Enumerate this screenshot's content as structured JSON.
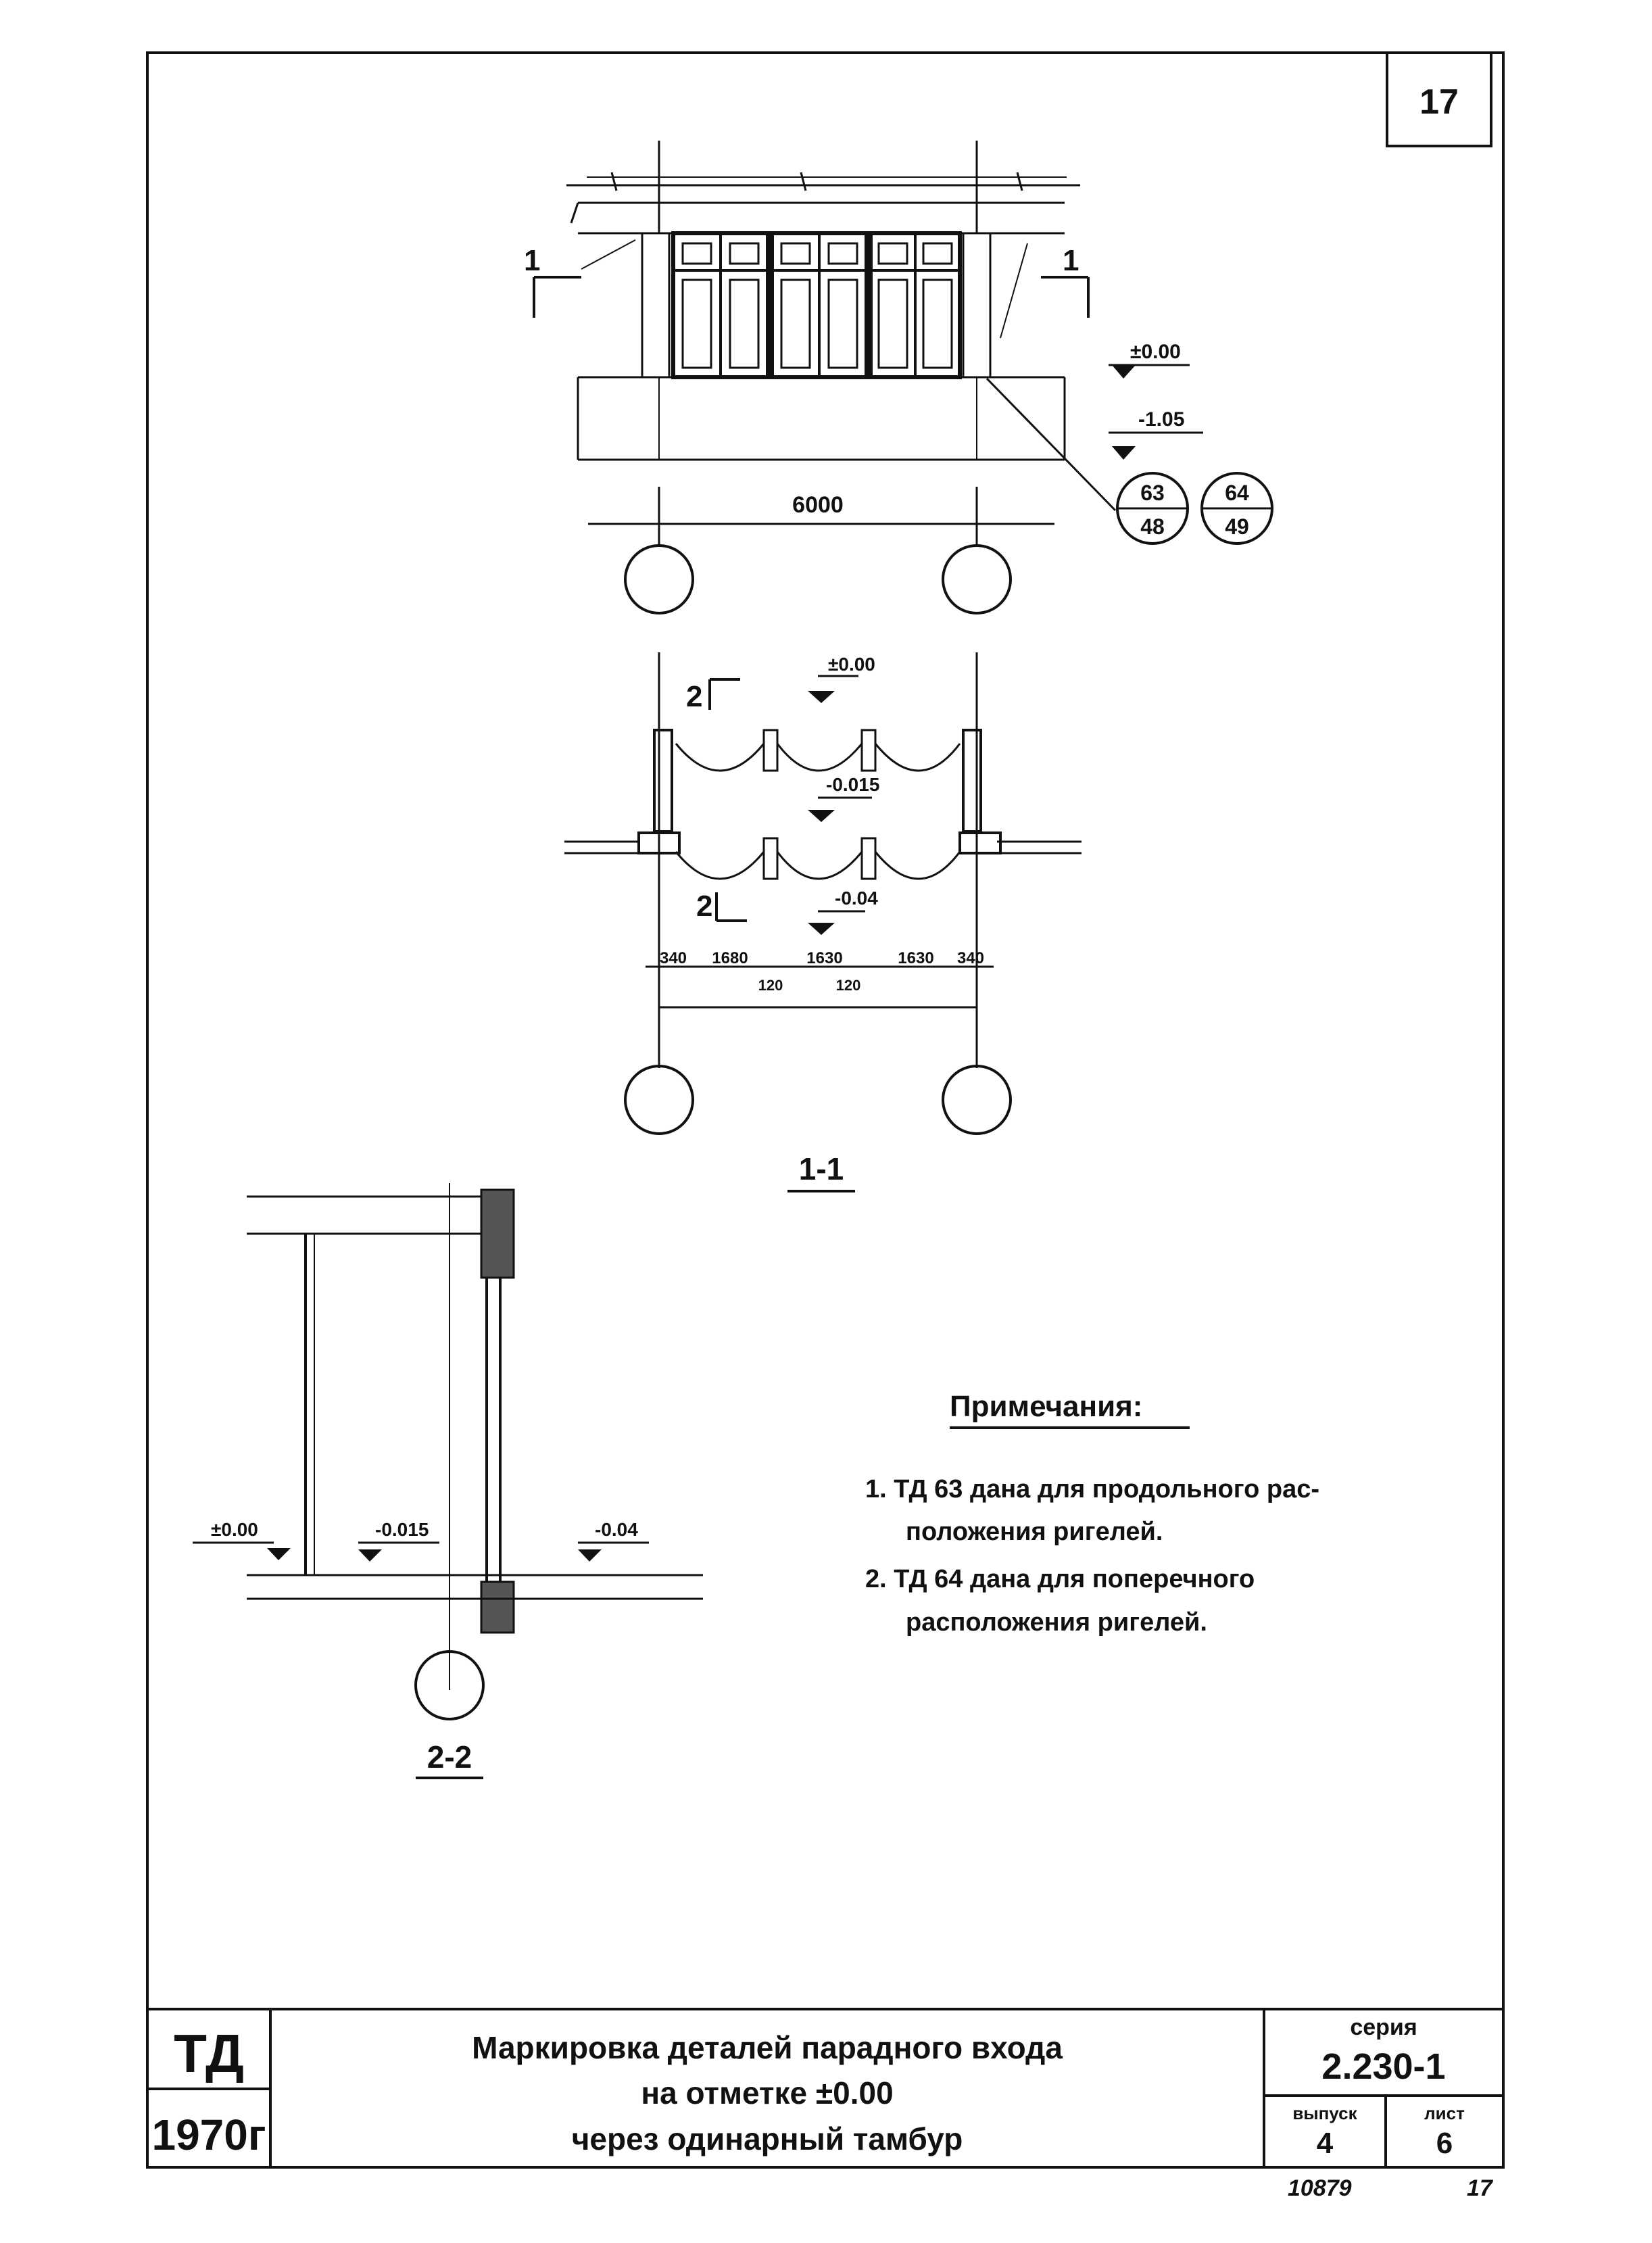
{
  "sheet_number": "17",
  "elevation": {
    "dim_overall": "6000",
    "level_zero": "±0.00",
    "level_minus": "-1.05",
    "section_mark_left": "1",
    "section_mark_right": "1",
    "ref_circles": [
      {
        "top": "63",
        "bottom": "48"
      },
      {
        "top": "64",
        "bottom": "49"
      }
    ]
  },
  "plan": {
    "level_top": "±0.00",
    "level_mid": "-0.015",
    "level_bot": "-0.04",
    "section_mark": "2",
    "dims": [
      "340",
      "1680",
      "1630",
      "1630",
      "340"
    ],
    "dims_small": [
      "120",
      "120"
    ],
    "title": "1-1"
  },
  "section22": {
    "level_left": "±0.00",
    "level_mid": "-0.015",
    "level_right": "-0.04",
    "title": "2-2"
  },
  "notes": {
    "heading": "Примечания:",
    "items": [
      {
        "line1": "1. ТД 63 дана для продольного рас-",
        "line2": "положения ригелей."
      },
      {
        "line1": "2. ТД 64 дана для поперечного",
        "line2": "расположения ригелей."
      }
    ]
  },
  "title_block": {
    "code": "ТД",
    "year": "1970г",
    "title_lines": [
      "Маркировка деталей парадного входа",
      "на отметке ±0.00",
      "через одинарный тамбур"
    ],
    "series_label": "серия",
    "series_value": "2.230-1",
    "issue_label": "выпуск",
    "issue_value": "4",
    "sheet_label": "лист",
    "sheet_value": "6"
  },
  "footer": {
    "left": "10879",
    "right": "17"
  }
}
